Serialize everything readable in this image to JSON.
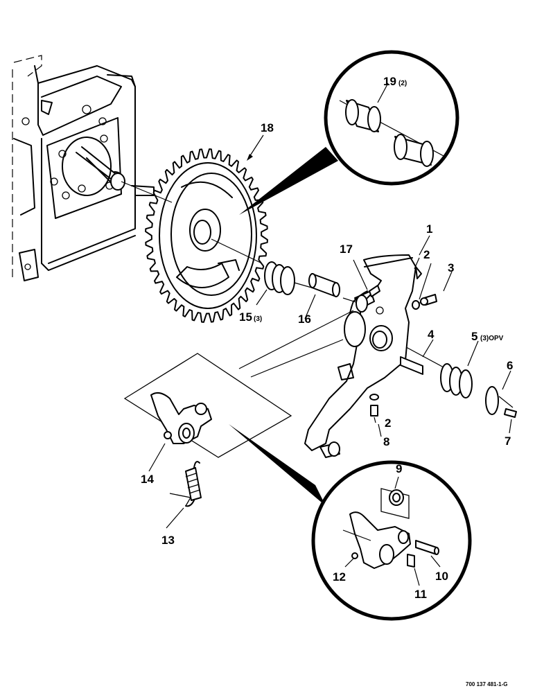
{
  "callouts": [
    {
      "id": "c1",
      "num": "1",
      "qty": ""
    },
    {
      "id": "c2a",
      "num": "2",
      "qty": ""
    },
    {
      "id": "c3",
      "num": "3",
      "qty": ""
    },
    {
      "id": "c4",
      "num": "4",
      "qty": ""
    },
    {
      "id": "c5",
      "num": "5",
      "qty": "(3)OPV"
    },
    {
      "id": "c6",
      "num": "6",
      "qty": ""
    },
    {
      "id": "c7",
      "num": "7",
      "qty": ""
    },
    {
      "id": "c2b",
      "num": "2",
      "qty": ""
    },
    {
      "id": "c8",
      "num": "8",
      "qty": ""
    },
    {
      "id": "c9",
      "num": "9",
      "qty": ""
    },
    {
      "id": "c10",
      "num": "10",
      "qty": ""
    },
    {
      "id": "c11",
      "num": "11",
      "qty": ""
    },
    {
      "id": "c12",
      "num": "12",
      "qty": ""
    },
    {
      "id": "c13",
      "num": "13",
      "qty": ""
    },
    {
      "id": "c14",
      "num": "14",
      "qty": ""
    },
    {
      "id": "c15",
      "num": "15",
      "qty": "(3)"
    },
    {
      "id": "c16",
      "num": "16",
      "qty": ""
    },
    {
      "id": "c17",
      "num": "17",
      "qty": ""
    },
    {
      "id": "c18",
      "num": "18",
      "qty": ""
    },
    {
      "id": "c19",
      "num": "19",
      "qty": "(2)"
    }
  ],
  "drawing_code": "700 137 481-1-G"
}
